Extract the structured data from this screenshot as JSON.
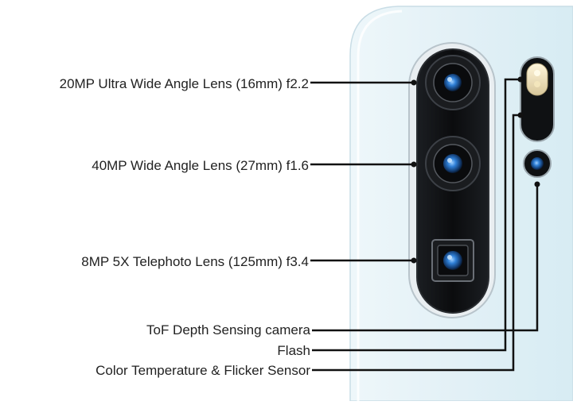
{
  "callouts": {
    "ultra_wide": "20MP Ultra Wide Angle Lens (16mm) f2.2",
    "wide": "40MP Wide Angle Lens (27mm) f1.6",
    "telephoto": "8MP 5X Telephoto Lens (125mm) f3.4",
    "tof": "ToF Depth Sensing camera",
    "flash": "Flash",
    "color_sensor": "Color Temperature & Flicker Sensor"
  },
  "colors": {
    "phone_body": "#e4f1f6",
    "camera_module": "#101214",
    "lens_blue": "#2f7fd6",
    "leader_line": "#111111"
  }
}
